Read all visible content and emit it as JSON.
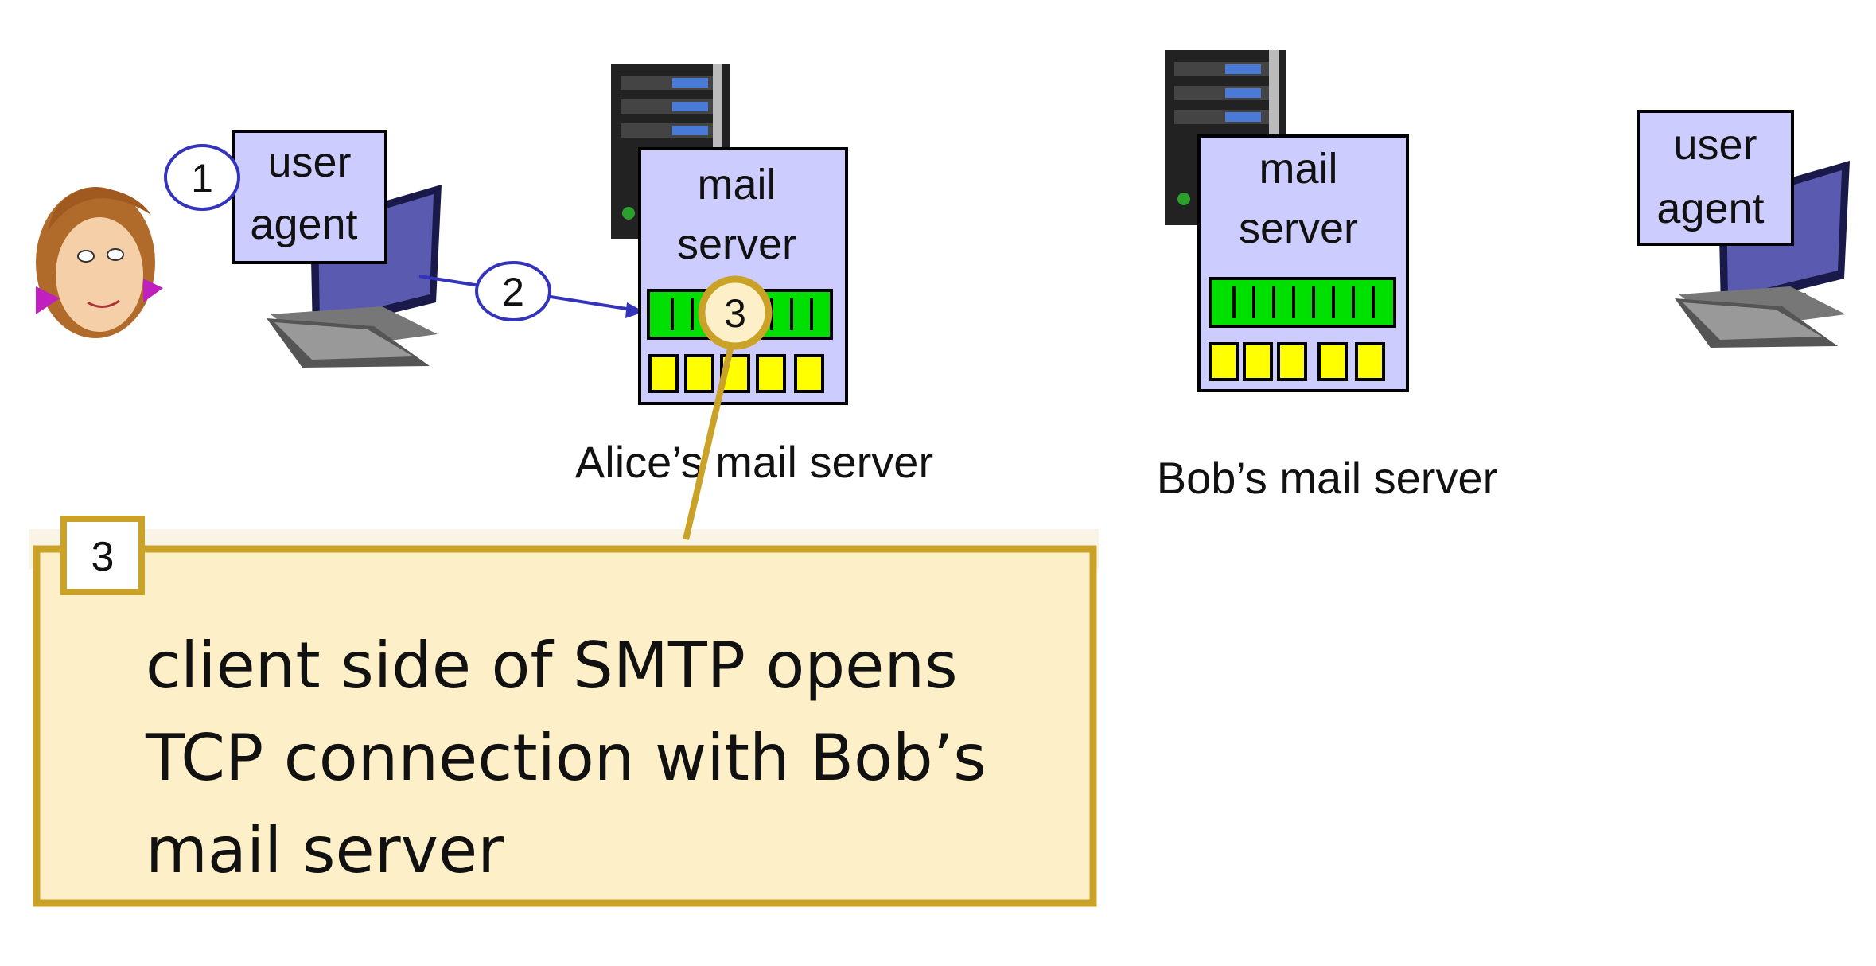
{
  "user_agent_left": {
    "line1": "user",
    "line2": "agent"
  },
  "user_agent_right": {
    "line1": "user",
    "line2": "agent"
  },
  "alice_server": {
    "line1": "mail",
    "line2": "server",
    "caption": "Alice’s mail server"
  },
  "bob_server": {
    "line1": "mail",
    "line2": "server",
    "caption": "Bob’s mail server"
  },
  "steps": {
    "one": "1",
    "two": "2",
    "three": "3"
  },
  "callout": {
    "number": "3",
    "line1": "client side of SMTP opens",
    "line2": "TCP connection with Bob’s",
    "line3": "mail server"
  },
  "colors": {
    "box_fill": "#ccccff",
    "queue_green": "#00e000",
    "queue_yellow": "#ffff00",
    "callout_fill": "#fdf0c8",
    "callout_border": "#c9a227",
    "arrow": "#3333bb"
  }
}
